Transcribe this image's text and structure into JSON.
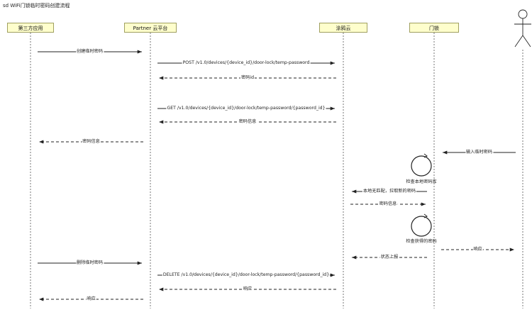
{
  "title": "sd WiFi门锁临时密码创建流程",
  "participants": [
    {
      "id": "app",
      "label": "第三方应用"
    },
    {
      "id": "partner",
      "label": "Partner 云平台"
    },
    {
      "id": "tuya",
      "label": "涂鸦云"
    },
    {
      "id": "lock",
      "label": "门锁"
    },
    {
      "id": "user",
      "label": ""
    }
  ],
  "messages": [
    {
      "label": "创建临时密码",
      "from": "app",
      "to": "partner",
      "style": "solid"
    },
    {
      "label": "POST /v1.0/devices/{device_id}/door-lock/temp-password",
      "from": "partner",
      "to": "tuya",
      "style": "solid"
    },
    {
      "label": "密码id",
      "from": "tuya",
      "to": "partner",
      "style": "dashed"
    },
    {
      "label": "GET /v1.0/devices/{device_id}/door-lock/temp-password/{password_id}",
      "from": "partner",
      "to": "tuya",
      "style": "solid"
    },
    {
      "label": "密码信息",
      "from": "tuya",
      "to": "partner",
      "style": "dashed"
    },
    {
      "label": "密码信息",
      "from": "partner",
      "to": "app",
      "style": "dashed"
    },
    {
      "label": "输入临时密码",
      "from": "user",
      "to": "lock",
      "style": "solid"
    },
    {
      "label": "检查本地密码库",
      "from": "lock",
      "to": "lock",
      "style": "self"
    },
    {
      "label": "本地无匹配，拉取新的密码",
      "from": "lock",
      "to": "tuya",
      "style": "solid"
    },
    {
      "label": "密码信息",
      "from": "tuya",
      "to": "lock",
      "style": "dashed"
    },
    {
      "label": "检查获得的密码",
      "from": "lock",
      "to": "lock",
      "style": "self"
    },
    {
      "label": "响应",
      "from": "lock",
      "to": "user",
      "style": "dashed"
    },
    {
      "label": "状态上报",
      "from": "lock",
      "to": "tuya",
      "style": "dashed"
    },
    {
      "label": "删除临时密码",
      "from": "app",
      "to": "partner",
      "style": "solid"
    },
    {
      "label": "DELETE /v1.0/devices/{device_id}/door-lock/temp-password/{password_id}",
      "from": "partner",
      "to": "tuya",
      "style": "solid"
    },
    {
      "label": "响应",
      "from": "tuya",
      "to": "partner",
      "style": "dashed"
    },
    {
      "label": "响应",
      "from": "partner",
      "to": "app",
      "style": "dashed"
    }
  ]
}
